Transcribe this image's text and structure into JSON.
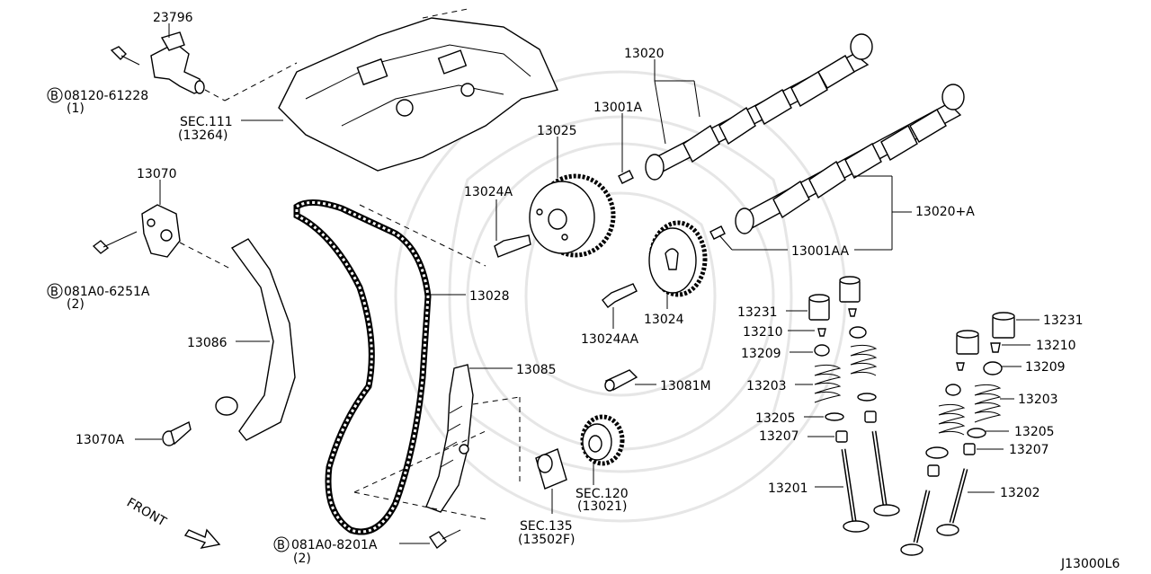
{
  "diagram_code": "J13000L6",
  "front_label": "FRONT",
  "parts": {
    "p23796": "23796",
    "b08120_61228": "08120-61228",
    "b08120_61228_qty": "(1)",
    "sec111": "SEC.111",
    "sec111_ref": "(13264)",
    "p13070": "13070",
    "b081A0_6251A": "081A0-6251A",
    "b081A0_6251A_qty": "(2)",
    "p13086": "13086",
    "p13070A": "13070A",
    "p13028": "13028",
    "p13085": "13085",
    "p13025": "13025",
    "p13024A": "13024A",
    "p13020": "13020",
    "p13001A": "13001A",
    "p13020A": "13020+A",
    "p13001AA": "13001AA",
    "p13024": "13024",
    "p13024AA": "13024AA",
    "p13081M": "13081M",
    "sec120": "SEC.120",
    "sec120_ref": "(13021)",
    "sec135": "SEC.135",
    "sec135_ref": "(13502F)",
    "b081A0_8201A": "081A0-8201A",
    "b081A0_8201A_qty": "(2)",
    "l13231_left": "13231",
    "l13210_left": "13210",
    "l13209_left": "13209",
    "l13203_left": "13203",
    "l13205_left": "13205",
    "l13207_left": "13207",
    "l13201": "13201",
    "l13231_right": "13231",
    "l13210_right": "13210",
    "l13209_right": "13209",
    "l13203_right": "13203",
    "l13205_right": "13205",
    "l13207_right": "13207",
    "l13202": "13202",
    "bolt_marker": "B"
  }
}
